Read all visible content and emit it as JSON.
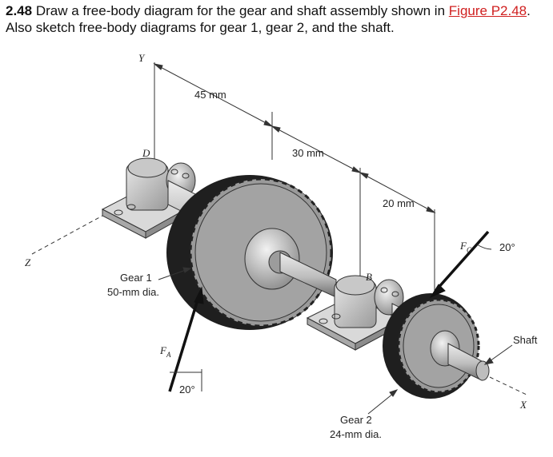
{
  "problem": {
    "number": "2.48",
    "text_before_link": "Draw a free-body diagram for the gear and shaft assembly shown in",
    "link_text": "Figure P2.48",
    "text_after_link": ".",
    "line2": "Also sketch free-body diagrams for gear 1, gear 2, and the shaft."
  },
  "figure": {
    "axis_y": "Y",
    "axis_z": "Z",
    "axis_x": "X",
    "point_d": "D",
    "point_b": "B",
    "dim_45": "45 mm",
    "dim_30": "30 mm",
    "dim_20": "20 mm",
    "gear1_name": "Gear 1",
    "gear1_dia": "50-mm dia.",
    "gear2_name": "Gear 2",
    "gear2_dia": "24-mm dia.",
    "shaft": "Shaft",
    "force_a": "F",
    "force_a_sub": "A",
    "force_c": "F",
    "force_c_sub": "C",
    "angle_a": "20°",
    "angle_c": "20°"
  },
  "colors": {
    "gear_dark": "#2b2b2b",
    "gear_mid": "#8a8a8a",
    "metal_light": "#d4d4d4",
    "link": "#d02020"
  }
}
